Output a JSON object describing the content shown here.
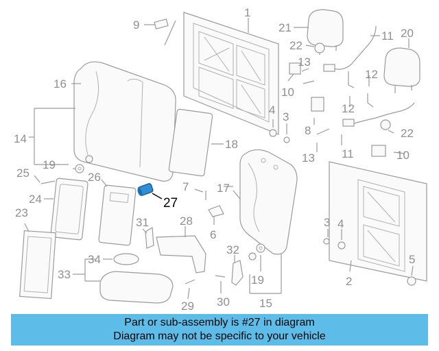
{
  "diagram": {
    "callouts": [
      "1",
      "2",
      "3",
      "3",
      "4",
      "4",
      "5",
      "6",
      "7",
      "8",
      "9",
      "10",
      "10",
      "11",
      "11",
      "12",
      "12",
      "13",
      "13",
      "14",
      "15",
      "16",
      "17",
      "18",
      "19",
      "19",
      "20",
      "21",
      "22",
      "22",
      "23",
      "24",
      "25",
      "26",
      "27",
      "28",
      "29",
      "30",
      "31",
      "32",
      "33",
      "34"
    ],
    "highlighted_part": "27",
    "colors": {
      "line": "#9a9a9a",
      "highlight_part": "#2f8fd6",
      "banner": "#5ebde8"
    }
  },
  "banner": {
    "line1": "Part or sub-assembly is #27 in diagram",
    "line2": "Diagram may not be specific to your vehicle"
  }
}
